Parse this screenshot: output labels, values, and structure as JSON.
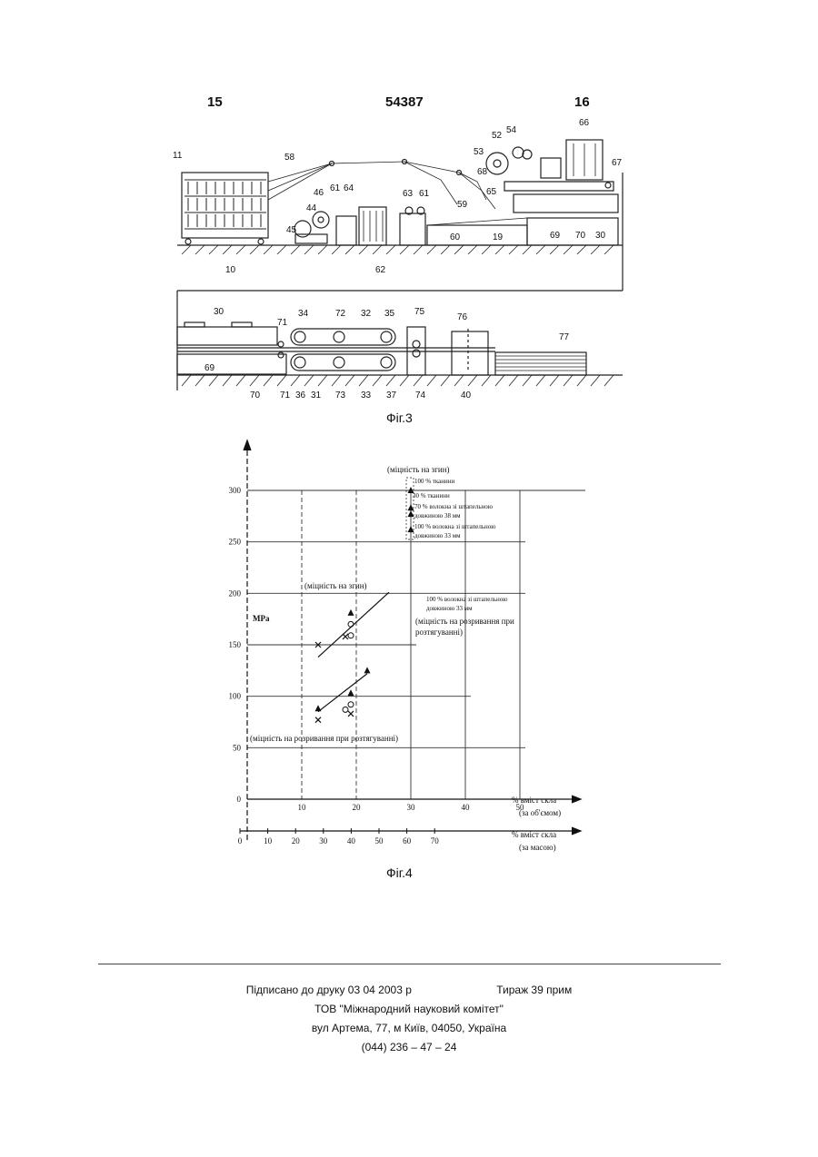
{
  "header": {
    "left_page": "15",
    "patent_number": "54387",
    "right_page": "16"
  },
  "fig3": {
    "caption": "Фіг.3",
    "top_labels": [
      "11",
      "58",
      "46",
      "61",
      "64",
      "44",
      "45",
      "63",
      "61",
      "59",
      "53",
      "52",
      "54",
      "66",
      "67",
      "68",
      "65",
      "60",
      "19",
      "69",
      "70",
      "30",
      "10",
      "62"
    ],
    "bottom_labels": [
      "30",
      "71",
      "34",
      "72",
      "32",
      "35",
      "75",
      "76",
      "77",
      "69",
      "70",
      "71",
      "36",
      "31",
      "73",
      "33",
      "37",
      "74",
      "40"
    ]
  },
  "fig4": {
    "caption": "Фіг.4",
    "y_unit": "MPa",
    "x_axis_volume_label": [
      "% вміст скла",
      "(за об'ємом)"
    ],
    "x_axis_mass_label": [
      "% вміст скла",
      "(за масою)"
    ],
    "legend": {
      "bending_title": "(міцність на згин)",
      "item_100_fabric": "100 % тканини",
      "item_30_fabric": "30 % тканини",
      "item_70_fiber": [
        "70 % волокна зі штапельною",
        "довжиною 38 мм"
      ],
      "item_100_fiber": [
        "100 % волокна зі штапельною",
        "довжиною 33 мм"
      ]
    },
    "series_bending_label": "(міцність на згин)",
    "right_note_fiber": "100 % волокна зі штапельною",
    "right_note_fiber2": "довжиною 33 мм",
    "right_note_tensile": [
      "(міцність на розривання при",
      "розтягуванні)"
    ],
    "series_tensile_label": "(міцність на розривання при розтягуванні)"
  },
  "chart_data": {
    "type": "scatter",
    "ylabel": "MPa",
    "ylim": [
      0,
      300
    ],
    "y_ticks": [
      0,
      50,
      100,
      150,
      200,
      250,
      300
    ],
    "x_volume_ticks": [
      0,
      10,
      20,
      30,
      40,
      50
    ],
    "x_volume_label": "% вміст скла (за об'ємом)",
    "x_mass_ticks": [
      0,
      10,
      20,
      30,
      40,
      50,
      60,
      70
    ],
    "x_mass_label": "% вміст скла (за масою)",
    "grid": true,
    "series": [
      {
        "name": "(міцність на згин)",
        "fit_line": [
          [
            13,
            138
          ],
          [
            26,
            201
          ]
        ],
        "points": [
          {
            "x": 13,
            "y": 150,
            "marker": "x"
          },
          {
            "x": 18,
            "y": 158,
            "marker": "x"
          },
          {
            "x": 19,
            "y": 159,
            "marker": "o"
          },
          {
            "x": 19,
            "y": 170,
            "marker": "o"
          },
          {
            "x": 19,
            "y": 181,
            "marker": "^"
          }
        ]
      },
      {
        "name": "(міцність на розривання при розтягуванні)",
        "fit_line": [
          [
            13,
            85
          ],
          [
            22,
            122
          ]
        ],
        "points": [
          {
            "x": 13,
            "y": 77,
            "marker": "x"
          },
          {
            "x": 13,
            "y": 88,
            "marker": "^"
          },
          {
            "x": 18,
            "y": 87,
            "marker": "o"
          },
          {
            "x": 19,
            "y": 83,
            "marker": "x"
          },
          {
            "x": 19,
            "y": 92,
            "marker": "o"
          },
          {
            "x": 19,
            "y": 103,
            "marker": "^"
          },
          {
            "x": 22,
            "y": 125,
            "marker": "^"
          }
        ]
      },
      {
        "name": "100 % тканини",
        "points": [
          {
            "x": 30,
            "y": 300,
            "marker": "^"
          }
        ]
      },
      {
        "name": "30 % тканини",
        "points": [
          {
            "x": 30,
            "y": 283,
            "marker": "^"
          }
        ]
      },
      {
        "name": "70 % волокна зі штапельною довжиною 38 мм",
        "points": [
          {
            "x": 30,
            "y": 277,
            "marker": "^"
          }
        ]
      },
      {
        "name": "100 % волокна зі штапельною довжиною 33 мм",
        "points": [
          {
            "x": 30,
            "y": 262,
            "marker": "^"
          }
        ]
      }
    ]
  },
  "footer": {
    "signed": "Підписано до друку 03 04 2003 р",
    "circulation": "Тираж 39 прим",
    "org": "ТОВ \"Міжнародний науковий комітет\"",
    "address": "вул Артема, 77, м Київ, 04050, Україна",
    "phone": "(044) 236 – 47 – 24"
  }
}
